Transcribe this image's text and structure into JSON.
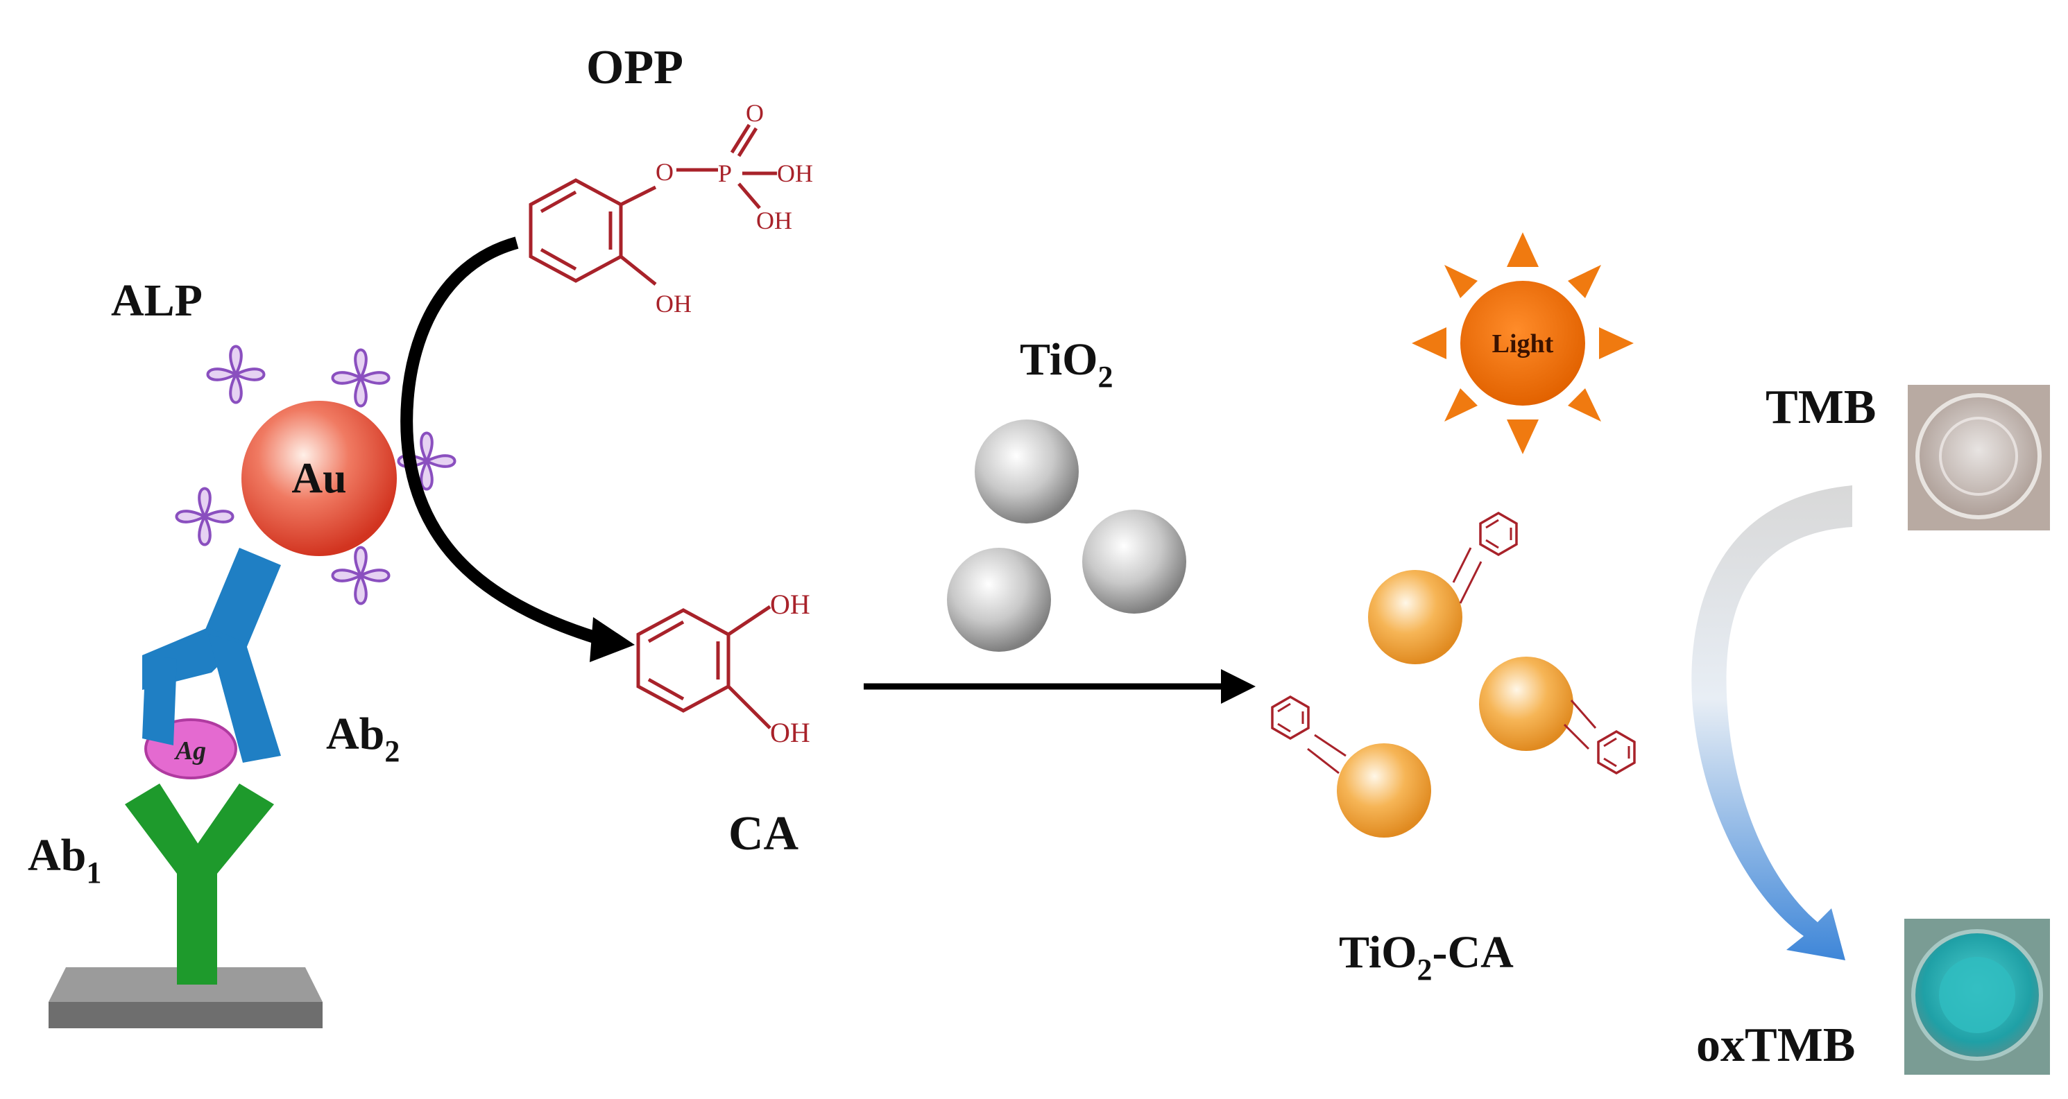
{
  "labels": {
    "opp": "OPP",
    "alp": "ALP",
    "au": "Au",
    "ag": "Ag",
    "ab1_main": "Ab",
    "ab1_sub": "1",
    "ab2_main": "Ab",
    "ab2_sub": "2",
    "ca": "CA",
    "tio2_main": "TiO",
    "tio2_sub": "2",
    "tio2ca_a": "TiO",
    "tio2ca_sub": "2",
    "tio2ca_b": "-CA",
    "light": "Light",
    "tmb": "TMB",
    "oxtmb": "oxTMB"
  },
  "chem": {
    "opp_o": "O",
    "opp_p": "P",
    "opp_dbl_o": "O",
    "opp_oh1": "OH",
    "opp_oh2": "OH",
    "opp_oh3": "OH",
    "ca_oh1": "OH",
    "ca_oh2": "OH"
  },
  "colors": {
    "chem_red": "#a8222a",
    "antibody_green": "#1e9a2c",
    "antibody_blue": "#1f7fc4",
    "antigen_pink": "#e46ad0",
    "au_red": "#e8503a",
    "alp_purple": "#8a4fbf",
    "sun_orange": "#f07a10",
    "tio2_gray": "#bdbdbd",
    "tio2ca_orange": "#f2a640",
    "tmb_gray": "#c8c0ba",
    "oxtmb_teal": "#2cb0b0"
  }
}
